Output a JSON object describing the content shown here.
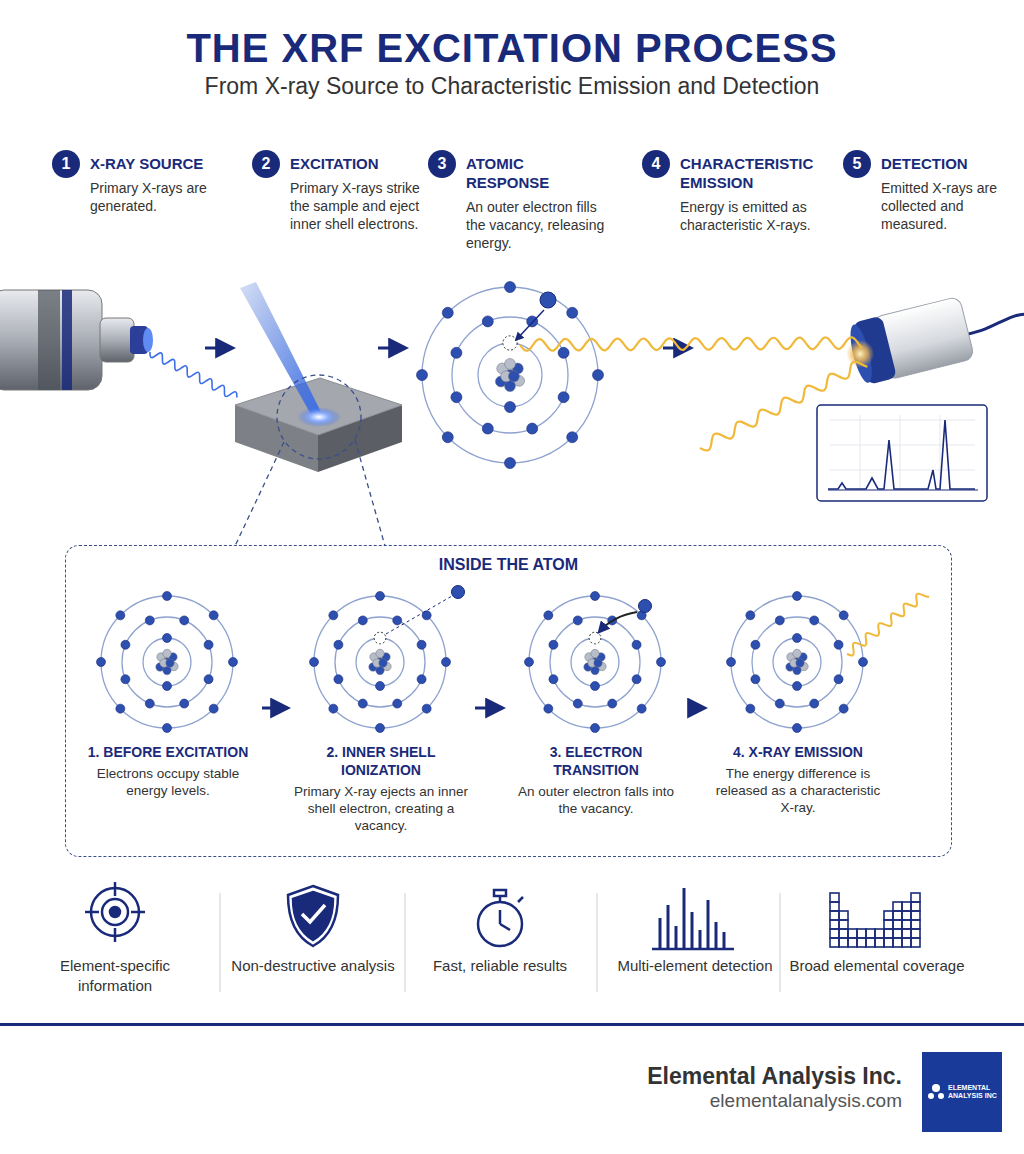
{
  "diagram": {
    "title": "THE XRF EXCITATION PROCESS",
    "nodes": [
      {
        "text": [
          "1",
          "X-RAY SOURCE",
          "Primary X-rays are generated."
        ]
      },
      {
        "text": [
          "2",
          "EXCITATION",
          "Primary X-rays strike the sample and eject inner shell electrons."
        ]
      },
      {
        "text": [
          "3",
          "ATOMIC RESPONSE",
          "An outer electron fills the vacancy, releasing energy."
        ]
      },
      {
        "text": [
          "4",
          "CHARACTERISTIC EMISSION",
          "Energy is emitted as characteristic X-rays."
        ]
      },
      {
        "text": [
          "5",
          "DETECTION",
          "Emitted X-rays are collected and measured."
        ]
      },
      {
        "text": [
          "INSIDE THE ATOM"
        ]
      },
      {
        "text": [
          "1. BEFORE EXCITATION",
          "Electrons occupy stable energy levels."
        ],
        "in": 5
      },
      {
        "text": [
          "2. INNER SHELL IONIZATION",
          "Primary X-ray ejects an inner shell electron, creating a vacancy."
        ],
        "in": 5
      },
      {
        "text": [
          "3. ELECTRON TRANSITION",
          "An outer electron falls into the vacancy."
        ],
        "in": 5
      },
      {
        "text": [
          "4. X-RAY EMISSION",
          "The energy difference is released as a characteristic X-ray."
        ],
        "in": 5
      }
    ],
    "edges": [
      {
        "from": 6,
        "to": 7,
        "arrow": "to"
      },
      {
        "from": 7,
        "to": 8,
        "arrow": "to"
      },
      {
        "from": 8,
        "to": 9,
        "arrow": "to"
      }
    ],
    "labels": [
      "From X-ray Source to Characteristic Emission and Detection",
      "Element-specific information",
      "Non-destructive analysis",
      "Fast, reliable results",
      "Multi-element detection",
      "Broad elemental coverage",
      "Elemental Analysis Inc.",
      "elementalanalysis.com",
      "ELEMENTAL ANALYSIS INC"
    ]
  }
}
